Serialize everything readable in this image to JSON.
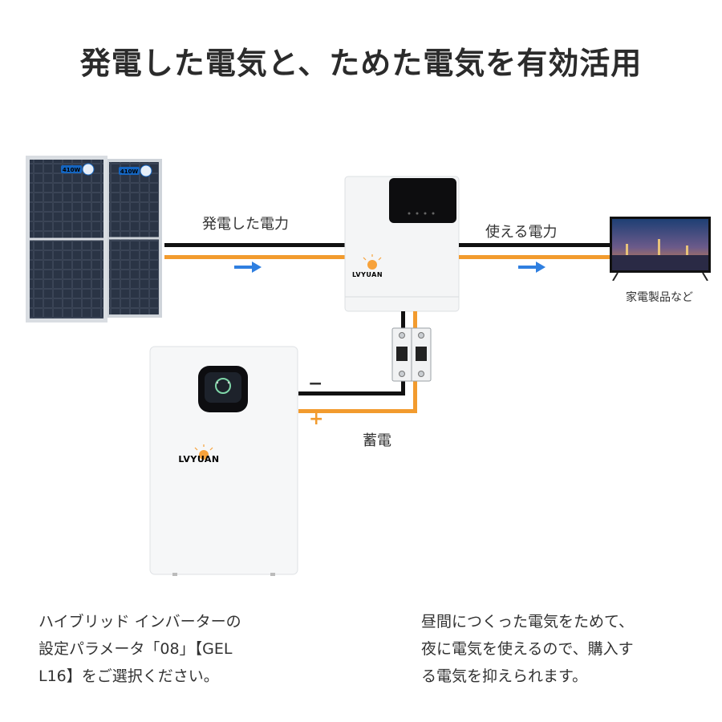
{
  "title": "発電した電気と、ためた電気を有効活用",
  "labels": {
    "generated_power": "発電した電力",
    "usable_power": "使える電力",
    "appliances": "家電製品など",
    "storage": "蓄電",
    "minus": "−",
    "plus": "+"
  },
  "panel_badge": "410W",
  "brand": "LVYUAN",
  "notes": {
    "left": [
      "ハイブリッド インバーターの",
      "設定パラメータ「08」【GEL",
      "L16】をご選択ください。"
    ],
    "right": [
      "昼間につくった電気をためて、",
      "夜に電気を使えるので、購入す",
      "る電気を抑えられます。"
    ]
  },
  "colors": {
    "wire_positive": "#f29b2e",
    "wire_negative": "#111111",
    "arrow": "#2f7fe0"
  }
}
